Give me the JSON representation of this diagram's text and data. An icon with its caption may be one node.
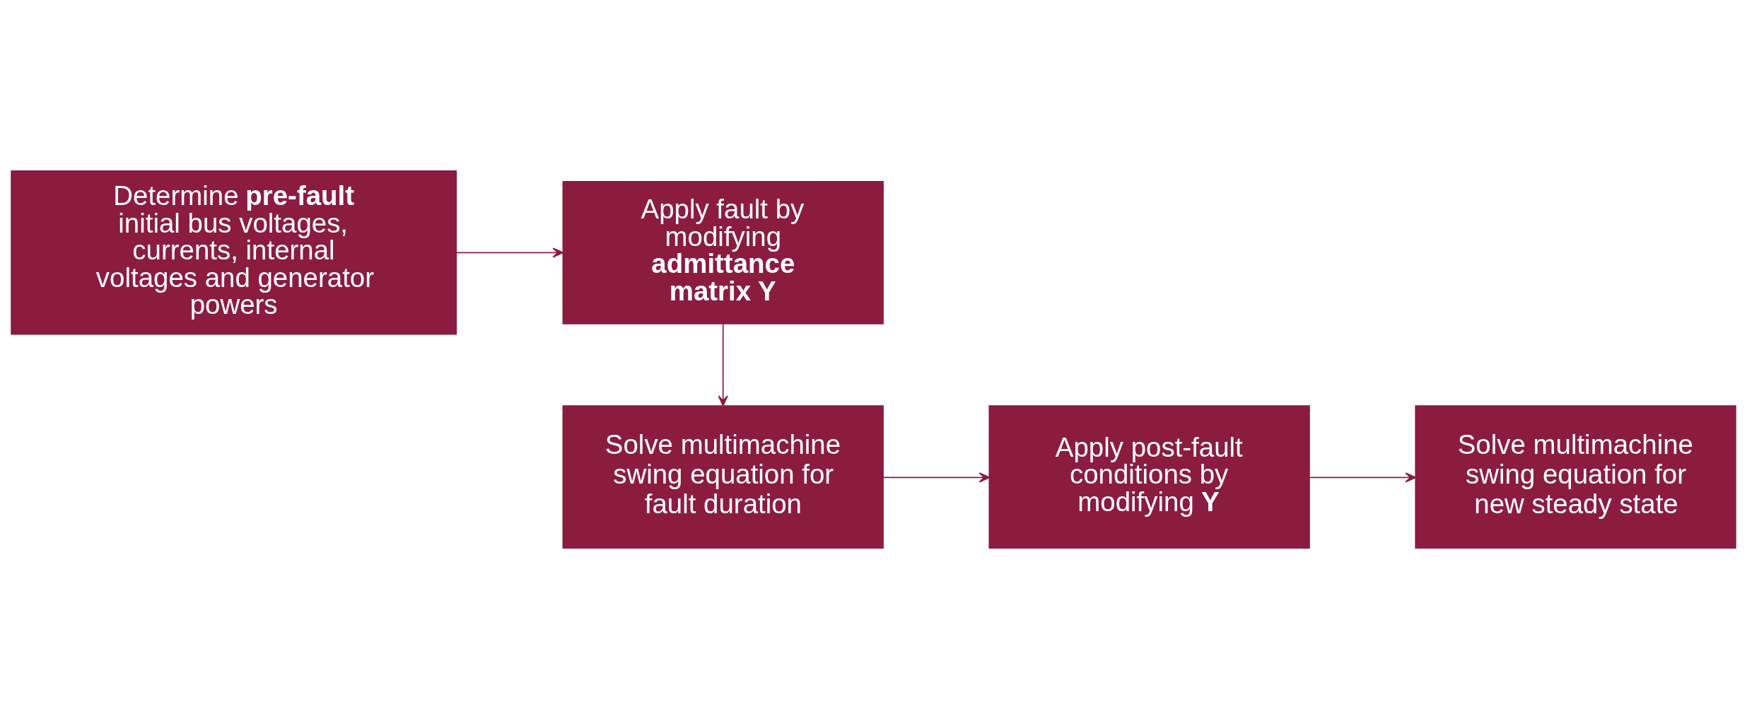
{
  "diagram": {
    "nodes": [
      {
        "text": [
          "Determine **pre-fault** initial bus voltages, currents, internal voltages and generator powers"
        ]
      },
      {
        "text": [
          "Apply fault by modifying **admittance matrix Y**"
        ]
      },
      {
        "text": [
          "Solve multimachine swing equation for fault duration"
        ]
      },
      {
        "text": [
          "Apply post-fault conditions by modifying **Y**"
        ]
      },
      {
        "text": [
          "Solve multimachine swing equation for new steady state"
        ]
      }
    ],
    "edges": [
      {
        "from": 0,
        "to": 1,
        "arrow": "to"
      },
      {
        "from": 1,
        "to": 2,
        "arrow": "to"
      },
      {
        "from": 2,
        "to": 3,
        "arrow": "to"
      },
      {
        "from": 3,
        "to": 4,
        "arrow": "to"
      }
    ]
  }
}
